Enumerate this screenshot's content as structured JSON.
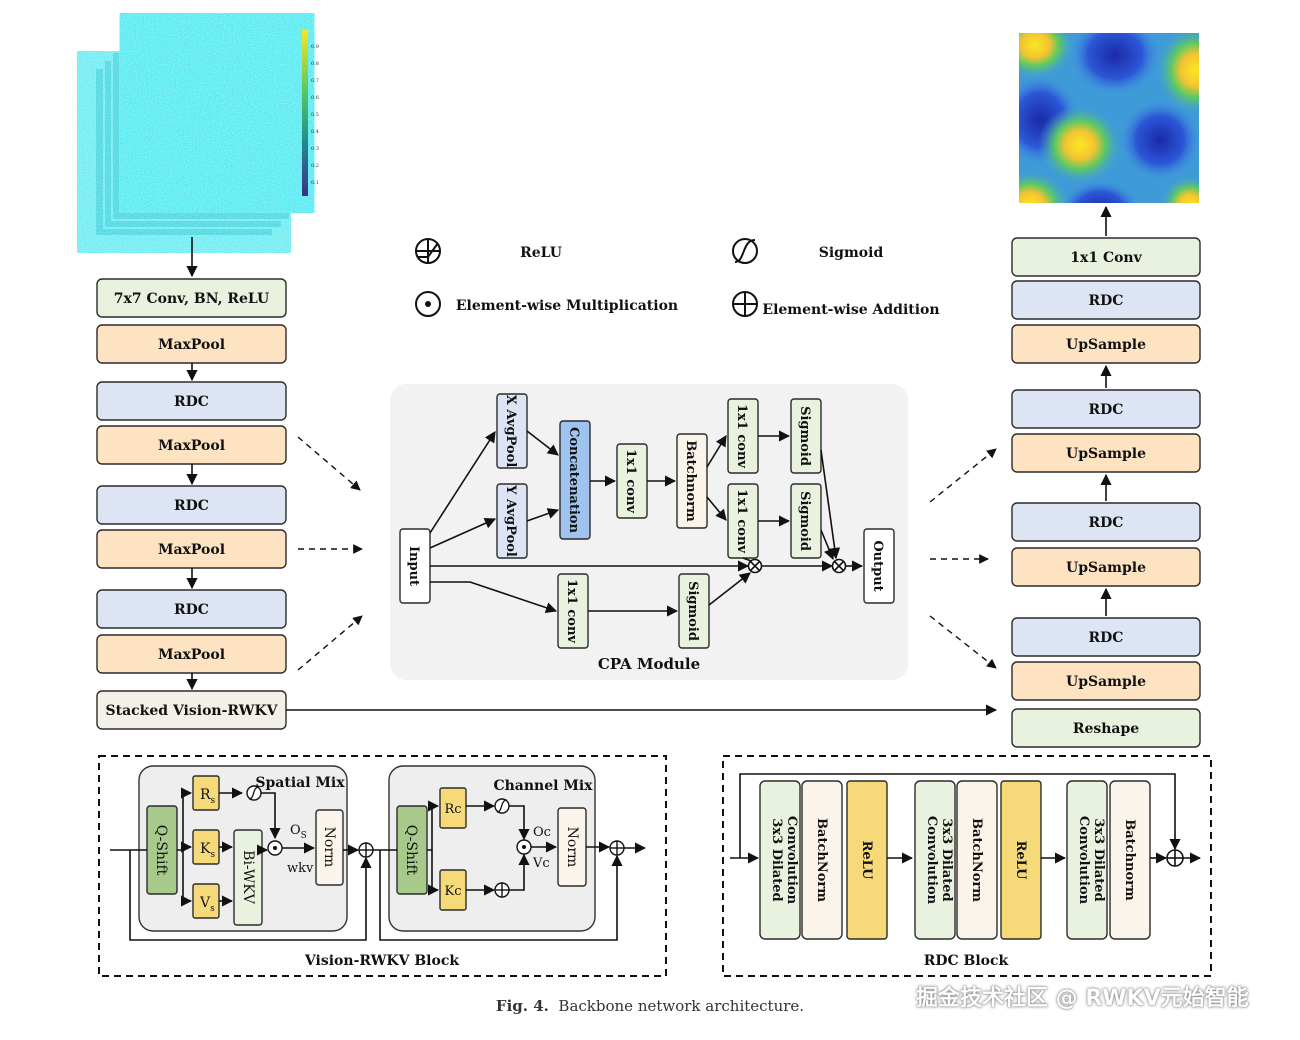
{
  "legend": {
    "relu": "ReLU",
    "sigmoid": "Sigmoid",
    "mult": "Element-wise Multiplication",
    "add": "Element-wise  Addition"
  },
  "encoder": {
    "conv7": "7x7 Conv, BN, ReLU",
    "maxpool": "MaxPool",
    "rdc": "RDC",
    "stacked": "Stacked Vision-RWKV"
  },
  "decoder": {
    "conv1": "1x1 Conv",
    "rdc": "RDC",
    "upsample": "UpSample",
    "reshape": "Reshape"
  },
  "cpa": {
    "title": "CPA Module",
    "input": "Input",
    "xavg": "X AvgPool",
    "yavg": "Y AvgPool",
    "concat": "Concatenation",
    "conv1": "1x1 conv",
    "batchnorm": "Batchnorm",
    "sigmoid": "Sigmoid",
    "output": "Output"
  },
  "rwkv": {
    "title": "Vision-RWKV Block",
    "spatial": "Spatial Mix",
    "channel": "Channel Mix",
    "qshift": "Q-Shift",
    "bi": "Bi-WKV",
    "norm": "Norm",
    "r": "R",
    "k": "K",
    "v": "V",
    "s": "s",
    "o": "O",
    "os_sub": "S",
    "wkv": "wkv",
    "rc": "Rc",
    "kc": "Kc",
    "oc": "Oc",
    "vc": "Vc"
  },
  "rdcblock": {
    "title": "RDC Block",
    "conv_a": "3x3 Dilated",
    "conv_b": "Convolution",
    "bn": "BatchNorm",
    "bn2": "Batchnorm",
    "relu": "ReLU"
  },
  "colorbar_ticks": [
    "0.9",
    "0.8",
    "0.7",
    "0.6",
    "0.5",
    "0.4",
    "0.3",
    "0.2",
    "0.1"
  ],
  "caption": {
    "label": "Fig. 4.",
    "text": "Backbone network architecture."
  },
  "watermark": "掘金技术社区 @ RWKV元始智能",
  "colors": {
    "green": "#e9f1df",
    "orange": "#fde3c2",
    "blue": "#dde5f4",
    "yellow": "#f6da7a",
    "concat": "#9dc3ee",
    "cpa_bg": "#f2f2f2",
    "norm": "#fbf4ea"
  }
}
